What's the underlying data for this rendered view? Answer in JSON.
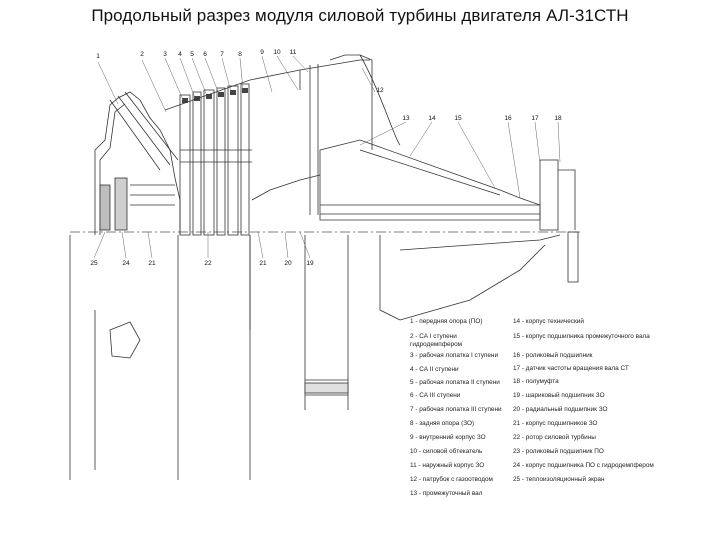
{
  "title": "Продольный разрез модуля силовой турбины двигателя АЛ-31СТН",
  "top_callouts": [
    "1",
    "2",
    "3",
    "4",
    "5",
    "6",
    "7",
    "8",
    "9",
    "10",
    "11",
    "12",
    "13",
    "14",
    "15",
    "16",
    "17",
    "18"
  ],
  "bottom_callouts": [
    "25",
    "24",
    "21",
    "22",
    "21",
    "20",
    "19"
  ],
  "legend_left": [
    "1 - передняя опора (ПО)",
    "2 - СА I ступени",
    "гидродемпфером",
    "3 - рабочая лопатка I ступени",
    "4 - СА II ступени",
    "5 - рабочая лопатка II ступени",
    "6 - СА III ступени",
    "7 - рабочая лопатка III ступени",
    "8 - задняя опора (ЗО)",
    "9 - внутренний корпус ЗО",
    "10 - силовой обтекатель",
    "11 - наружный корпус ЗО",
    "12 - патрубок с газоотводом",
    "13 - промежуточный вал"
  ],
  "legend_right": [
    "14 - корпус технический",
    "15 - корпус подшипника промежуточного вала",
    "16 - роликовый подшипник",
    "17 - датчик частоты вращения вала СТ",
    "18 - полумуфта",
    "19 - шариковый подшипник ЗО",
    "20 - радиальный подшипник ЗО",
    "21 - корпус подшипников ЗО",
    "22 - ротор силовой турбины",
    "23 - роликовый подшипник ПО",
    "24 - корпус подшипника ПО с гидродемпфером",
    "25 - теплоизоляционный экран"
  ]
}
